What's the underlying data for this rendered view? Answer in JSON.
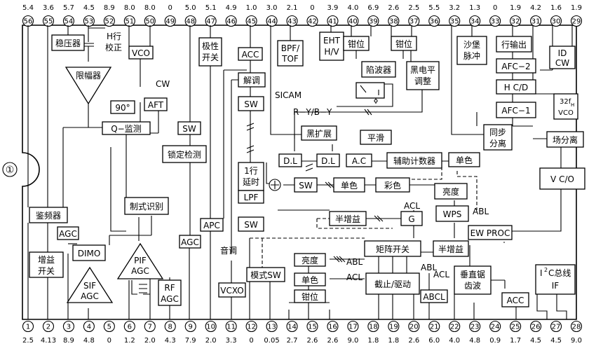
{
  "chip_marker": "①",
  "top_pins": [
    {
      "n": "56",
      "v": "5.4"
    },
    {
      "n": "55",
      "v": "3.6"
    },
    {
      "n": "54",
      "v": "5.7"
    },
    {
      "n": "53",
      "v": "4.5"
    },
    {
      "n": "52",
      "v": "8.9"
    },
    {
      "n": "51",
      "v": "8.0"
    },
    {
      "n": "50",
      "v": "8.0"
    },
    {
      "n": "49",
      "v": "0"
    },
    {
      "n": "48",
      "v": "5.0"
    },
    {
      "n": "47",
      "v": "5.1"
    },
    {
      "n": "46",
      "v": "4.9"
    },
    {
      "n": "45",
      "v": "1.0"
    },
    {
      "n": "44",
      "v": "3.0"
    },
    {
      "n": "43",
      "v": "2.1"
    },
    {
      "n": "42",
      "v": "0"
    },
    {
      "n": "41",
      "v": "3.9"
    },
    {
      "n": "40",
      "v": "4.0"
    },
    {
      "n": "39",
      "v": "6.9"
    },
    {
      "n": "38",
      "v": "2.6"
    },
    {
      "n": "37",
      "v": "2.5"
    },
    {
      "n": "36",
      "v": "5.5"
    },
    {
      "n": "35",
      "v": "3.2"
    },
    {
      "n": "34",
      "v": "1.3"
    },
    {
      "n": "33",
      "v": "0"
    },
    {
      "n": "32",
      "v": "1.9"
    },
    {
      "n": "31",
      "v": "4.2"
    },
    {
      "n": "30",
      "v": "1.6"
    },
    {
      "n": "29",
      "v": "1.9"
    }
  ],
  "bottom_pins": [
    {
      "n": "1",
      "v": "2.5"
    },
    {
      "n": "2",
      "v": "4.13"
    },
    {
      "n": "3",
      "v": "8.9"
    },
    {
      "n": "4",
      "v": "4.8"
    },
    {
      "n": "5",
      "v": "0"
    },
    {
      "n": "6",
      "v": "1.2"
    },
    {
      "n": "7",
      "v": "2.0"
    },
    {
      "n": "8",
      "v": "4.3"
    },
    {
      "n": "9",
      "v": "7.9"
    },
    {
      "n": "10",
      "v": "2.0"
    },
    {
      "n": "11",
      "v": "3.3"
    },
    {
      "n": "12",
      "v": "0"
    },
    {
      "n": "13",
      "v": "0.05"
    },
    {
      "n": "14",
      "v": "2.7"
    },
    {
      "n": "15",
      "v": "2.6"
    },
    {
      "n": "16",
      "v": "2.6"
    },
    {
      "n": "17",
      "v": "9.0"
    },
    {
      "n": "18",
      "v": "1.8"
    },
    {
      "n": "19",
      "v": "1.8"
    },
    {
      "n": "20",
      "v": "2.6"
    },
    {
      "n": "21",
      "v": "6.0"
    },
    {
      "n": "22",
      "v": "4.0"
    },
    {
      "n": "23",
      "v": "4.8"
    },
    {
      "n": "24",
      "v": "0.9"
    },
    {
      "n": "25",
      "v": "1.7"
    },
    {
      "n": "26",
      "v": "4.5"
    },
    {
      "n": "27",
      "v": "4.5"
    },
    {
      "n": "28",
      "v": "9.0"
    }
  ],
  "blocks": {
    "regulator": "稳压器",
    "h_line1": "H行",
    "h_line2": "校正",
    "vco": "VCO",
    "polarity1": "极性",
    "polarity2": "开关",
    "acc_top": "ACC",
    "bpf1": "BPF/",
    "bpf2": "TOF",
    "eht1": "EHT",
    "eht2": "H/V",
    "clamp_a": "钳位",
    "clamp_b": "钳位",
    "trap": "陷波器",
    "black1": "黑电平",
    "black2": "调整",
    "sandcastle1": "沙堡",
    "sandcastle2": "脉冲",
    "h_out": "行输出",
    "idcw1": "ID",
    "idcw2": "CW",
    "limiter": "限幅器",
    "demod": "解调",
    "afc2": "AFC−2",
    "hcd": "H C/D",
    "phase90": "90°",
    "aft": "AFT",
    "cw": "CW",
    "sicam": "SICAM",
    "sw_demod": "SW",
    "ryby": "R−Y/B−Y",
    "afc1": "AFC−1",
    "fh_main": "32f",
    "fh_sub": "H",
    "fh_vco": "VCO",
    "q_detect": "Q−监测",
    "sw_q": "SW",
    "black_ext": "黑扩展",
    "smooth": "平滑",
    "sync1": "同步",
    "sync2": "分离",
    "field_sep": "场分离",
    "lock_detect": "锁定检测",
    "delay1": "1行",
    "delay2": "延时",
    "lpf": "LPF",
    "dl1": "D.L",
    "dl2": "D.L",
    "ac": "A.C",
    "aux_counter": "辅助计数器",
    "mono1": "单色",
    "vco_field": "V C/O",
    "sw_mid": "SW",
    "mono2": "单色",
    "color": "彩色",
    "brightness1": "亮度",
    "std_id": "制式识别",
    "wps": "WPS",
    "abl_r": "ABL",
    "half_gain1": "半增益",
    "acl_top": "ACL",
    "g_box": "G",
    "discriminator": "鉴频器",
    "apc": "APC",
    "sw_lpf": "SW",
    "agc_small": "AGC",
    "ew_proc": "EW PROC",
    "sound_tone": "音调",
    "matrix_sw": "矩阵开关",
    "half_gain2": "半增益",
    "pif1": "PIF",
    "pif2": "AGC",
    "dimo": "DIMO",
    "agc_box": "AGC",
    "gain1": "增益",
    "gain2": "开关",
    "mode_sw": "模式SW",
    "brightness2": "亮度",
    "abl_l": "ABL",
    "mono3": "单色",
    "acl_l": "ACL",
    "clamp_c": "钳位",
    "cutoff": "截止/驱动",
    "abl_b": "ABL",
    "acl_b": "ACL",
    "abcl": "ABCL",
    "vsaw1": "垂直锯",
    "vsaw2": "齿波",
    "acc_bot": "ACC",
    "i2c1": "I",
    "i2c_sup": "2",
    "i2c2": "C总线",
    "i2c3": "IF",
    "sif1": "SIF",
    "sif2": "AGC",
    "rf1": "RF",
    "rf2": "AGC",
    "vcxo": "VCXO"
  }
}
